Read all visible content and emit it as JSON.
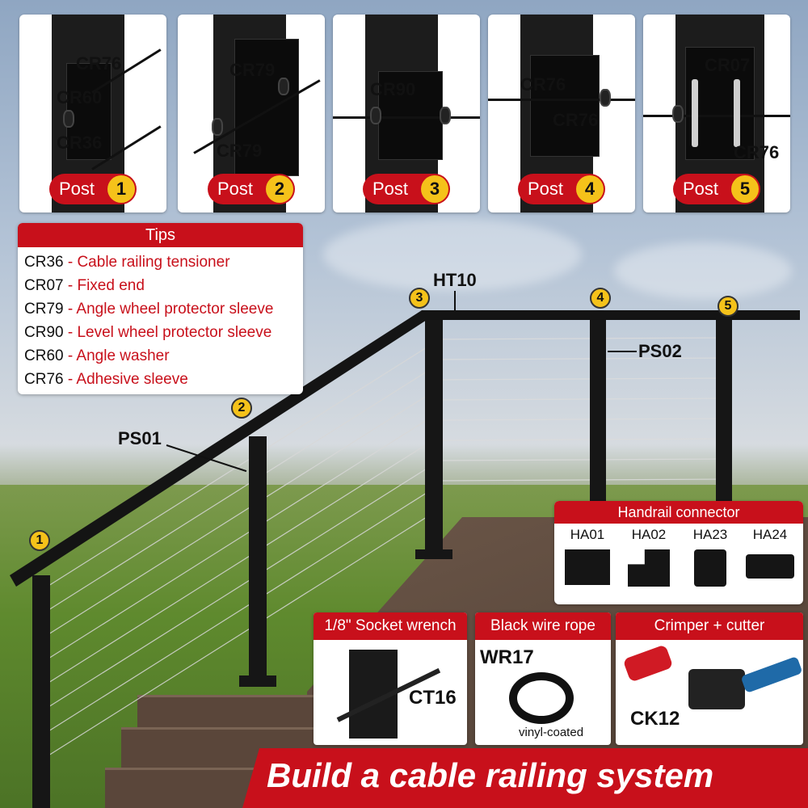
{
  "posts": [
    {
      "tag": "Post",
      "num": "1",
      "labels": [
        "CR76",
        "CR60",
        "CR36"
      ]
    },
    {
      "tag": "Post",
      "num": "2",
      "labels": [
        "CR79",
        "CR79"
      ]
    },
    {
      "tag": "Post",
      "num": "3",
      "labels": [
        "CR90"
      ]
    },
    {
      "tag": "Post",
      "num": "4",
      "labels": [
        "CR76",
        "CR76"
      ]
    },
    {
      "tag": "Post",
      "num": "5",
      "labels": [
        "CR07",
        "CR76"
      ]
    }
  ],
  "tips": {
    "title": "Tips",
    "items": [
      {
        "code": "CR36",
        "desc": " - Cable railing tensioner"
      },
      {
        "code": "CR07",
        "desc": " - Fixed end"
      },
      {
        "code": "CR79",
        "desc": " - Angle wheel protector sleeve"
      },
      {
        "code": "CR90",
        "desc": " - Level wheel protector sleeve"
      },
      {
        "code": "CR60",
        "desc": " - Angle washer"
      },
      {
        "code": "CR76",
        "desc": " - Adhesive sleeve"
      }
    ]
  },
  "railing": {
    "ht10": "HT10",
    "ps01": "PS01",
    "ps02": "PS02",
    "badges": [
      "1",
      "2",
      "3",
      "4",
      "5"
    ]
  },
  "handrail_connector": {
    "title": "Handrail connector",
    "items": [
      "HA01",
      "HA02",
      "HA23",
      "HA24"
    ]
  },
  "tools": {
    "wrench": {
      "title": "1/8\" Socket wrench",
      "code": "CT16"
    },
    "rope": {
      "title": "Black wire rope",
      "code": "WR17",
      "sub": "vinyl-coated"
    },
    "crimper": {
      "title": "Crimper + cutter",
      "code": "CK12"
    }
  },
  "banner": {
    "text": "Build a cable railing system"
  },
  "colors": {
    "accent": "#c8101b",
    "badge": "#f5c21a"
  }
}
